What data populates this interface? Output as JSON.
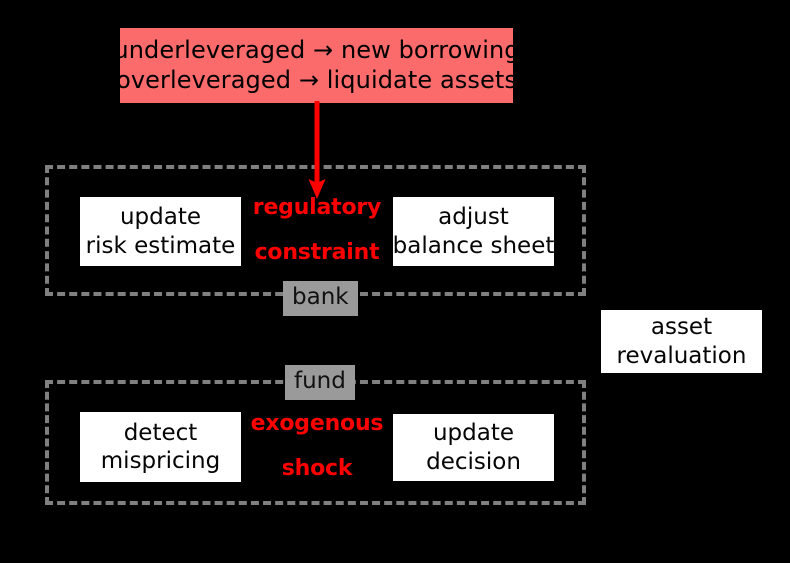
{
  "diagram": {
    "title": "bank-fund interaction diagram",
    "background_color": "#000000",
    "accent_red": "#ff0000",
    "callout_fill": "#fb6b6b",
    "group_border_color": "#808080",
    "tag_fill": "#9a9a9a"
  },
  "callout": {
    "line1": "underleveraged → new borrowing",
    "line2": "overleveraged → liquidate assets"
  },
  "arrow": {
    "name": "regulatory-constraint-arrow",
    "color": "#ff0000",
    "direction": "down"
  },
  "groups": [
    {
      "id": "bank",
      "tag": "bank",
      "tag_position": "bottom",
      "nodes": [
        {
          "id": "update-risk-estimate",
          "kind": "box",
          "line1": "update",
          "line2": "risk estimate"
        },
        {
          "id": "regulatory-constraint",
          "kind": "red-label",
          "line1": "regulatory",
          "line2": "constraint"
        },
        {
          "id": "adjust-balance-sheet",
          "kind": "box",
          "line1": "adjust",
          "line2": "balance sheet"
        }
      ]
    },
    {
      "id": "fund",
      "tag": "fund",
      "tag_position": "top",
      "nodes": [
        {
          "id": "detect-mispricing",
          "kind": "box",
          "line1": "detect",
          "line2": "mispricing"
        },
        {
          "id": "exogenous-shock",
          "kind": "red-label",
          "line1": "exogenous",
          "line2": "shock"
        },
        {
          "id": "update-decision",
          "kind": "box",
          "line1": "update",
          "line2": "decision"
        }
      ]
    }
  ],
  "standalone": {
    "asset_revaluation": {
      "line1": "asset",
      "line2": "revaluation"
    }
  }
}
